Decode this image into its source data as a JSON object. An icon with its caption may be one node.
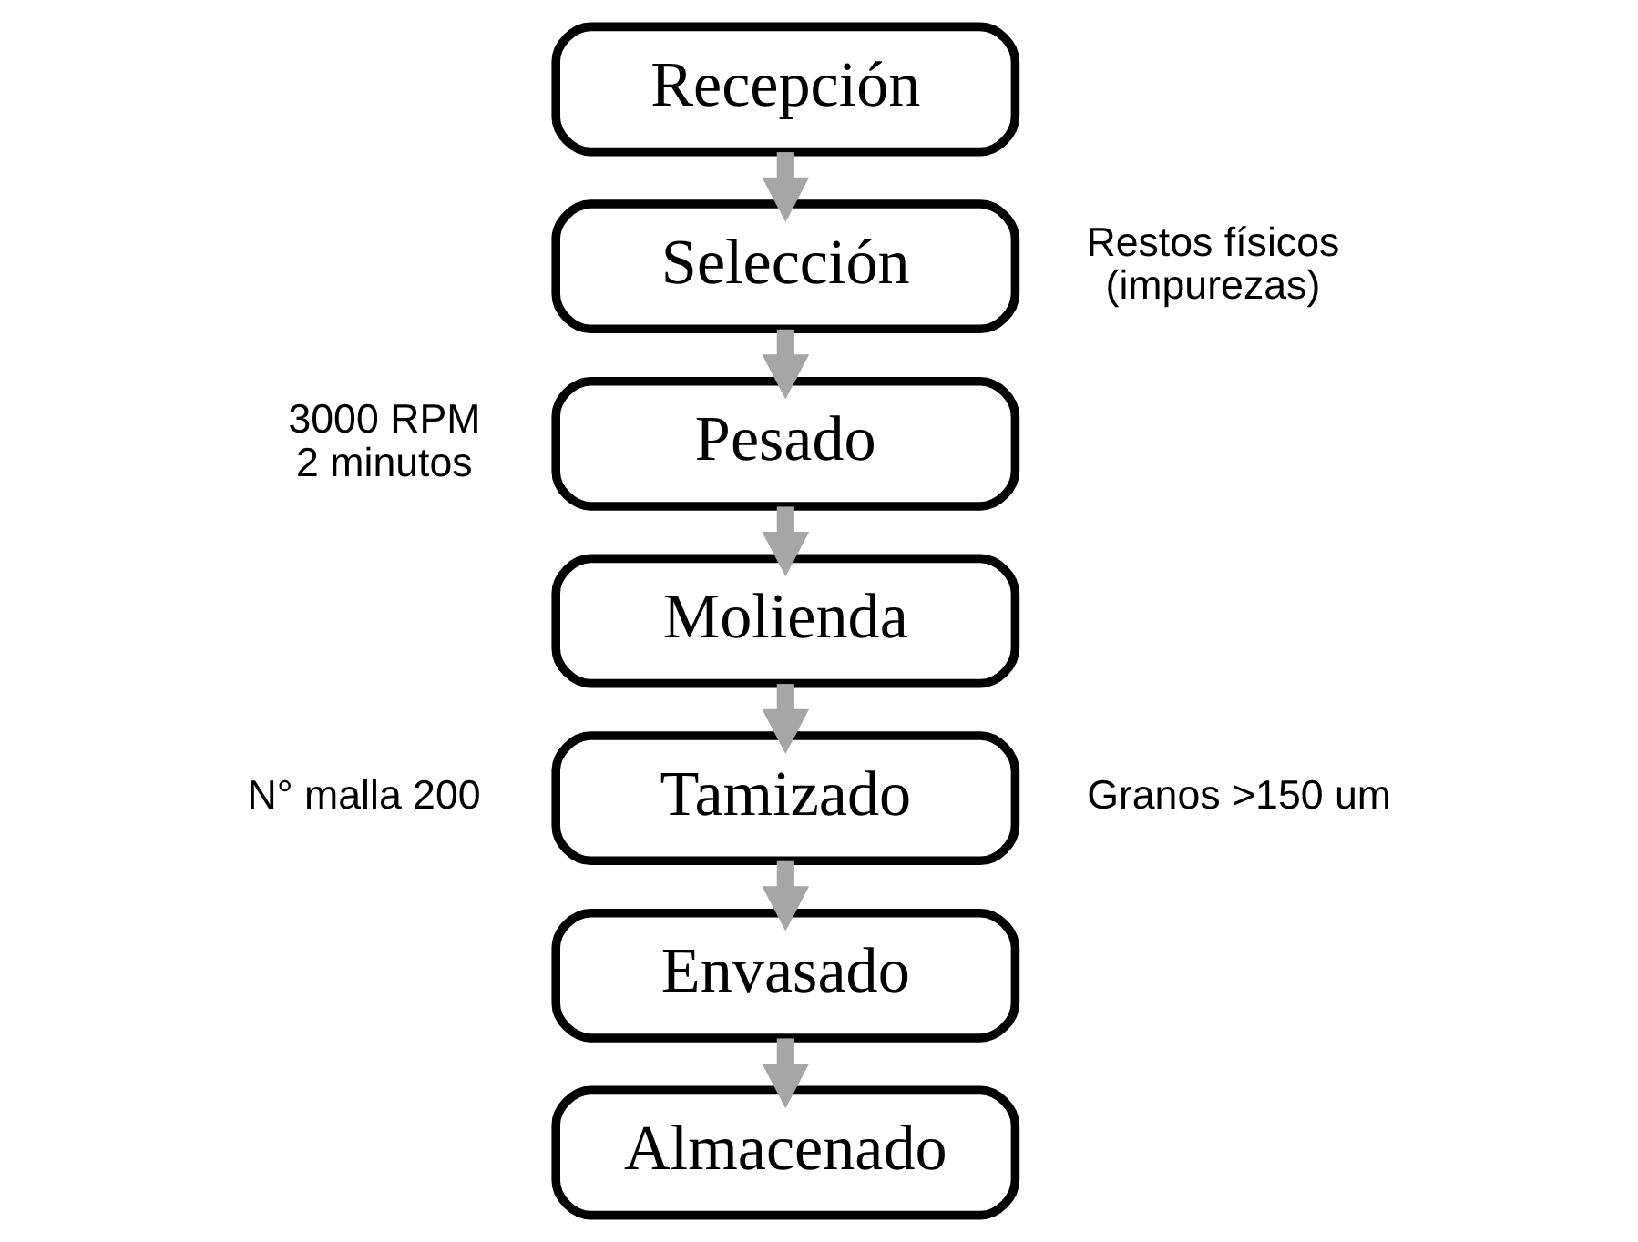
{
  "diagram": {
    "nodes": [
      {
        "text": [
          "Recepción"
        ]
      },
      {
        "text": [
          "Selección"
        ],
        "beside": [
          "Restos físicos (impurezas)"
        ]
      },
      {
        "text": [
          "Pesado"
        ],
        "beside": [
          "3000 RPM 2 minutos"
        ]
      },
      {
        "text": [
          "Molienda"
        ]
      },
      {
        "text": [
          "Tamizado"
        ],
        "beside": [
          "N° malla 200",
          "Granos >150 um"
        ]
      },
      {
        "text": [
          "Envasado"
        ]
      },
      {
        "text": [
          "Almacenado"
        ]
      }
    ],
    "edges": [
      {
        "from": 0,
        "to": 1,
        "arrow": "to"
      },
      {
        "from": 1,
        "to": 2,
        "arrow": "to"
      },
      {
        "from": 2,
        "to": 3,
        "arrow": "to"
      },
      {
        "from": 3,
        "to": 4,
        "arrow": "to"
      },
      {
        "from": 4,
        "to": 5,
        "arrow": "to"
      },
      {
        "from": 5,
        "to": 6,
        "arrow": "to"
      }
    ]
  }
}
